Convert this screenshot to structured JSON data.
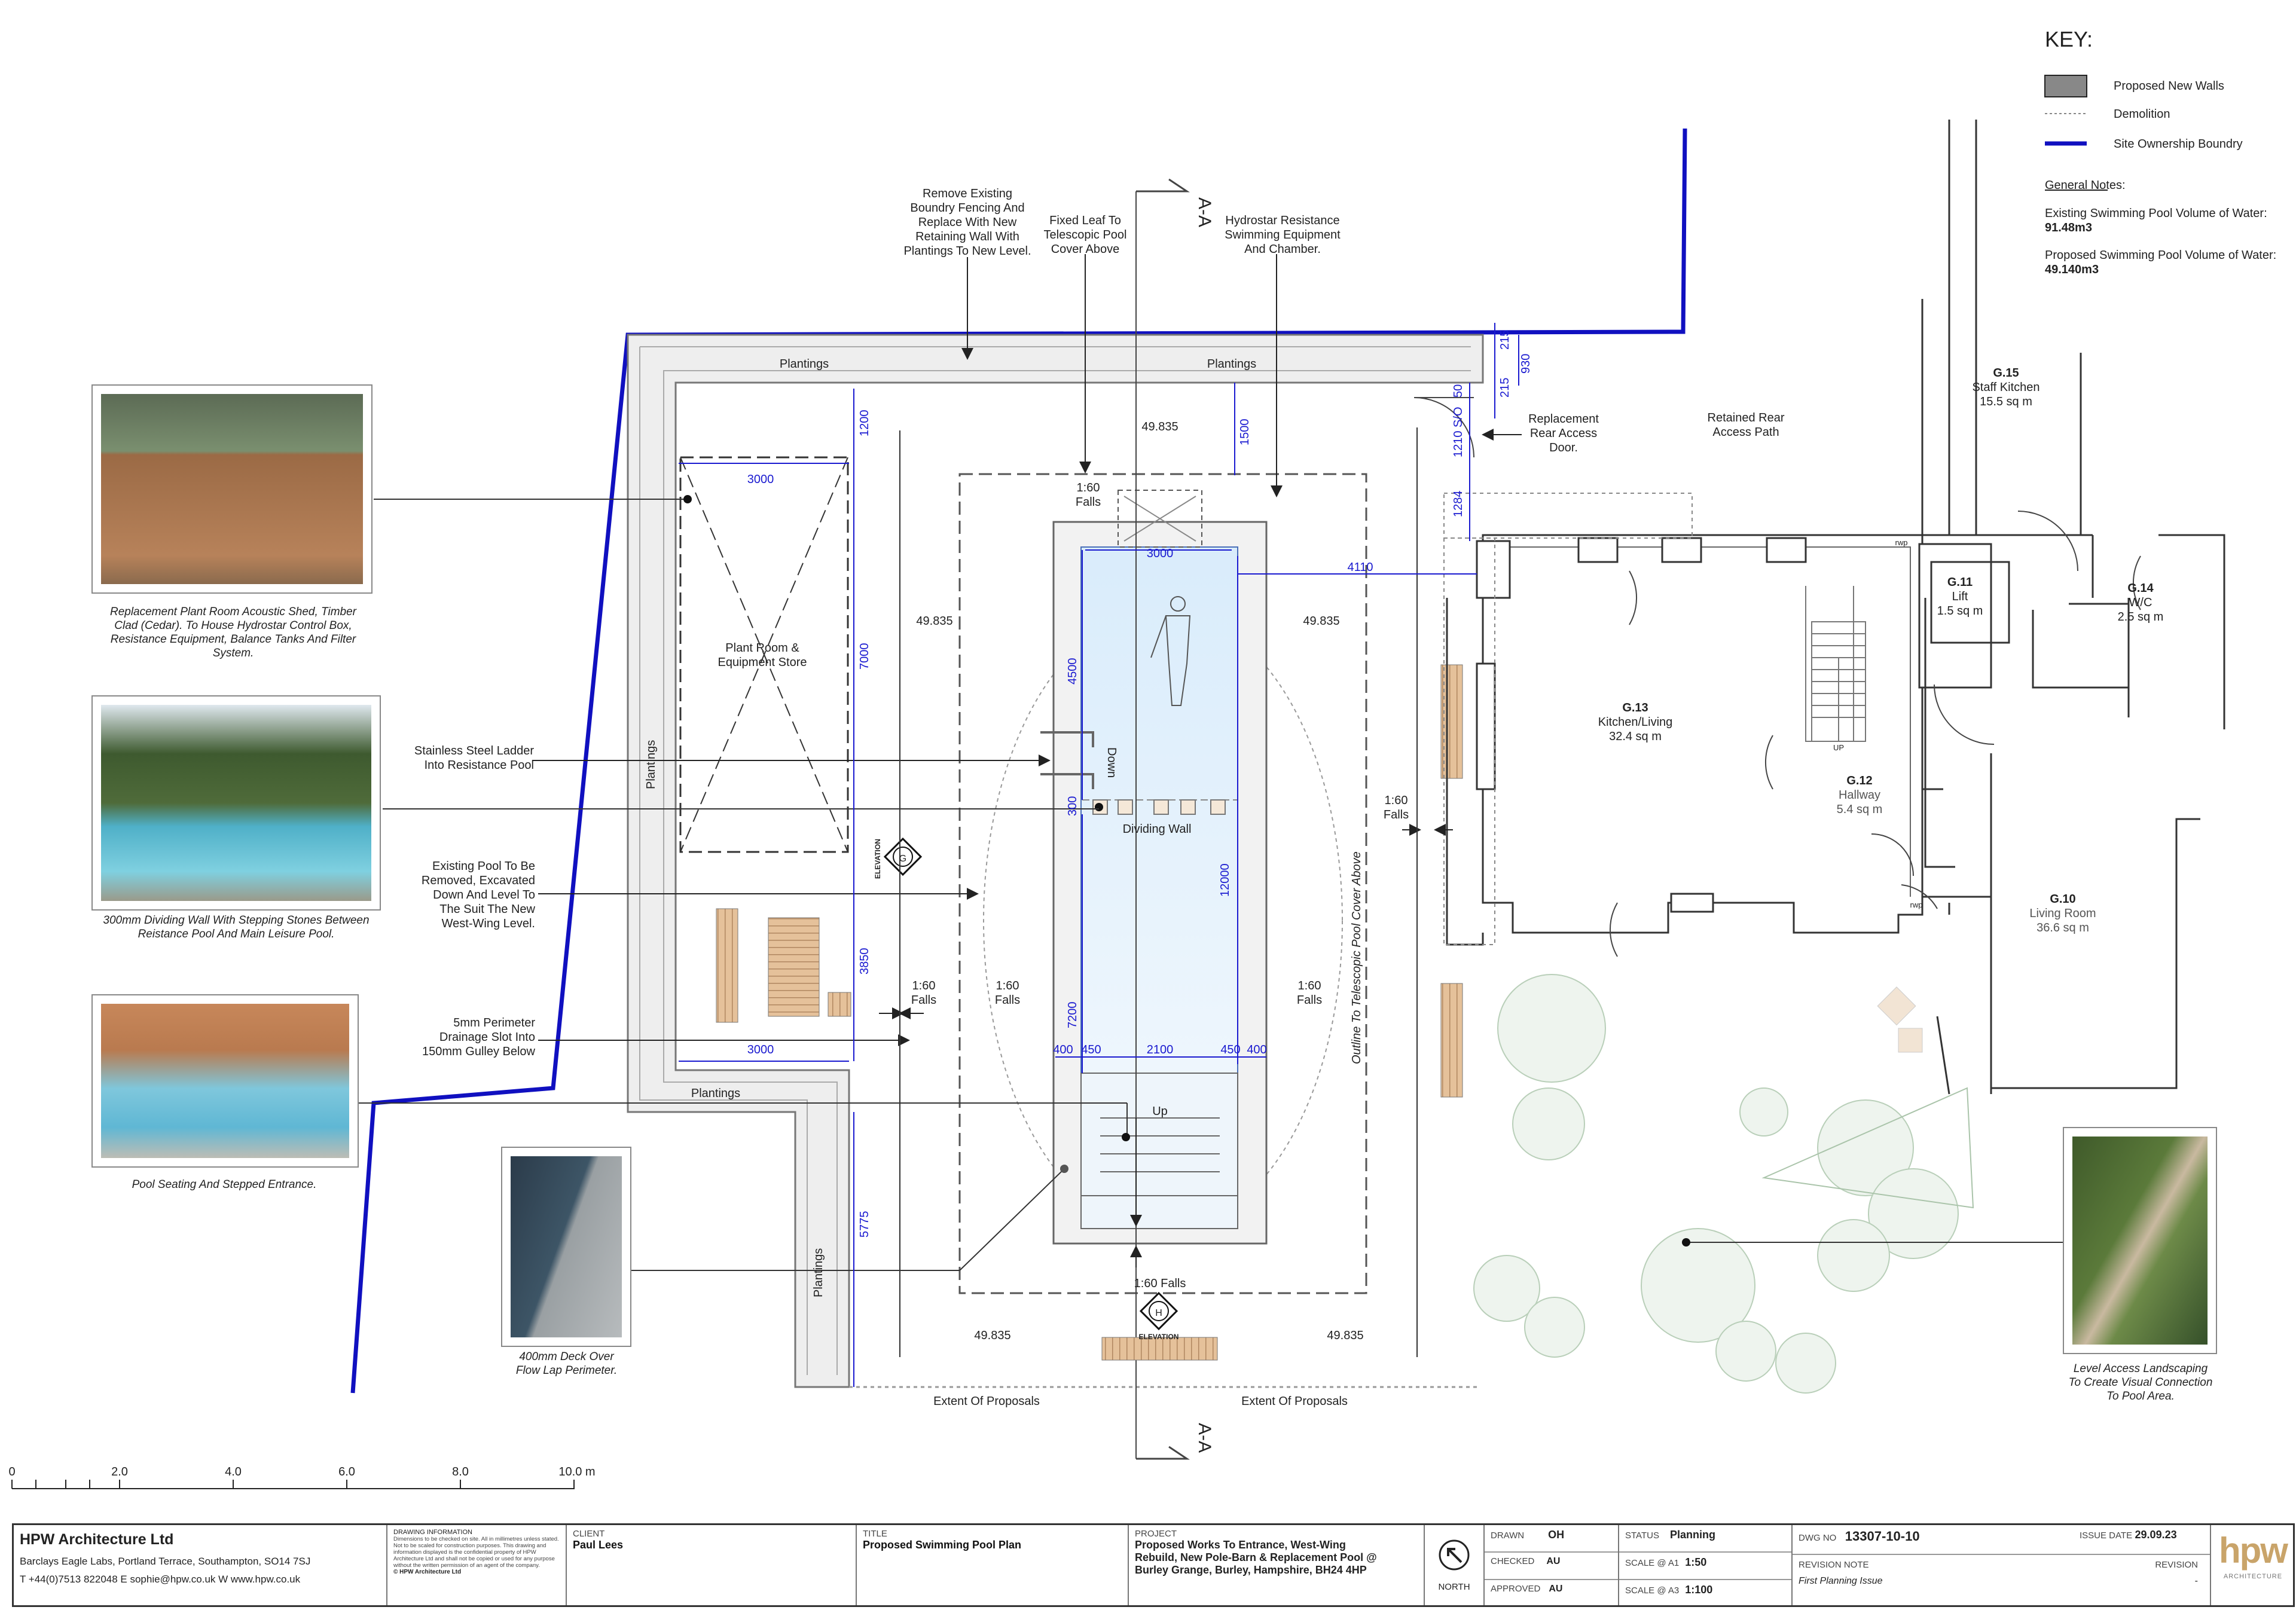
{
  "key": {
    "title": "KEY:",
    "items": [
      {
        "label": "Proposed New Walls"
      },
      {
        "label": "Demolition"
      },
      {
        "label": "Site Ownership Boundry"
      }
    ],
    "general_notes_title": "General Notes:",
    "note1_label": "Existing Swimming Pool Volume of Water:",
    "note1_value": "91.48m3",
    "note2_label": "Proposed Swimming Pool Volume of Water:",
    "note2_value": "49.140m3",
    "colors": {
      "new_walls": "#888888",
      "boundary": "#1010c0"
    }
  },
  "annotations": {
    "remove_fencing": [
      "Remove Existing",
      "Boundry Fencing And",
      "Replace With New",
      "Retaining Wall With",
      "Plantings To New Level."
    ],
    "fixed_leaf": [
      "Fixed Leaf To",
      "Telescopic Pool",
      "Cover Above"
    ],
    "hydrostar": [
      "Hydrostar Resistance",
      "Swimming Equipment",
      "And Chamber."
    ],
    "replacement_door": [
      "Replacement",
      "Rear Access",
      "Door."
    ],
    "retained_path": [
      "Retained Rear",
      "Access Path"
    ],
    "ladder": [
      "Stainless Steel Ladder",
      "Into Resistance Pool"
    ],
    "existing_pool": [
      "Existing Pool To Be",
      "Removed, Excavated",
      "Down And Level To",
      "The Suit The New",
      "West-Wing Level."
    ],
    "drainage": [
      "5mm Perimeter",
      "Drainage Slot Into",
      "150mm Gulley Below"
    ],
    "plant_room": [
      "Plant Room &",
      "Equipment Store"
    ],
    "dividing_wall": "Dividing Wall",
    "down": "Down",
    "up": "Up",
    "elevation": "ELEVATION",
    "elev_g": "G",
    "elev_h": "H",
    "outline_cover": "Outline To Telescopic Pool Cover Above",
    "falls": [
      "1:60",
      "Falls"
    ],
    "falls_inline": "1:60 Falls",
    "plantings": "Plantings",
    "extent": "Extent Of Proposals",
    "section": "A-A",
    "level": "49.835",
    "upstairs": "UP",
    "rwp": "rwp"
  },
  "dimensions": {
    "d3000": "3000",
    "d1200": "1200",
    "d1500": "1500",
    "d7000": "7000",
    "d4500": "4500",
    "d300": "300",
    "d12000": "12000",
    "d3850": "3850",
    "d7200": "7200",
    "d400": "400",
    "d450": "450",
    "d2100": "2100",
    "d5775": "5775",
    "d4110": "4110",
    "d1284": "1284",
    "d1210": "1210 S/O",
    "d50": "50",
    "d215": "215",
    "d930": "930"
  },
  "rooms": [
    {
      "code": "G.15",
      "name": "Staff Kitchen",
      "area": "15.5 sq m"
    },
    {
      "code": "G.11",
      "name": "Lift",
      "area": "1.5 sq m"
    },
    {
      "code": "G.14",
      "name": "W/C",
      "area": "2.5 sq m"
    },
    {
      "code": "G.13",
      "name": "Kitchen/Living",
      "area": "32.4 sq m"
    },
    {
      "code": "G.12",
      "name": "Hallway",
      "area": "5.4 sq m"
    },
    {
      "code": "G.10",
      "name": "Living Room",
      "area": "36.6 sq m"
    }
  ],
  "captions": {
    "shed": [
      "Replacement Plant Room Acoustic Shed, Timber",
      "Clad (Cedar). To House Hydrostar Control Box,",
      "Resistance Equipment, Balance Tanks And Filter",
      "System."
    ],
    "dividing": [
      "300mm Dividing Wall With Stepping Stones Between",
      "Reistance Pool And Main Leisure Pool."
    ],
    "seating": [
      "Pool Seating And Stepped Entrance."
    ],
    "deck": [
      "400mm Deck Over",
      "Flow Lap Perimeter."
    ],
    "landscape": [
      "Level Access Landscaping",
      "To Create Visual Connection",
      "To Pool Area."
    ]
  },
  "scale_bar": [
    "0",
    "2.0",
    "4.0",
    "6.0",
    "8.0",
    "10.0 m"
  ],
  "title_block": {
    "company": "HPW Architecture Ltd",
    "address": "Barclays Eagle Labs, Portland Terrace, Southampton, SO14 7SJ",
    "contact": "T +44(0)7513 822048   E sophie@hpw.co.uk   W www.hpw.co.uk",
    "drawing_info_title": "DRAWING INFORMATION",
    "drawing_info": "Dimensions to be checked on site. All in millimetres unless stated. Not to be scaled for construction purposes. This drawing and information displayed is the confidential property of HPW Architecture Ltd and shall not be copied or used for any purpose without the written permission of an agent of the company.",
    "copyright": "© HPW Architecture Ltd",
    "client_label": "CLIENT",
    "client": "Paul Lees",
    "title_label": "TITLE",
    "title": "Proposed Swimming Pool Plan",
    "project_label": "PROJECT",
    "project": [
      "Proposed Works To Entrance, West-Wing",
      "Rebuild, New Pole-Barn & Replacement Pool @",
      "Burley Grange, Burley, Hampshire, BH24 4HP"
    ],
    "north": "NORTH",
    "drawn_label": "DRAWN",
    "drawn": "OH",
    "checked_label": "CHECKED",
    "checked": "AU",
    "approved_label": "APPROVED",
    "approved": "AU",
    "status_label": "STATUS",
    "status": "Planning",
    "scale_a1_label": "SCALE @ A1",
    "scale_a1": "1:50",
    "scale_a3_label": "SCALE @ A3",
    "scale_a3": "1:100",
    "dwg_label": "DWG NO",
    "dwg": "13307-10-10",
    "issue_label": "ISSUE DATE",
    "issue": "29.09.23",
    "revision_note_label": "REVISION NOTE",
    "revision_note": "First Planning Issue",
    "revision_label": "REVISION",
    "revision": "-",
    "logo": "hpw",
    "logo_sub": "ARCHITECTURE"
  }
}
